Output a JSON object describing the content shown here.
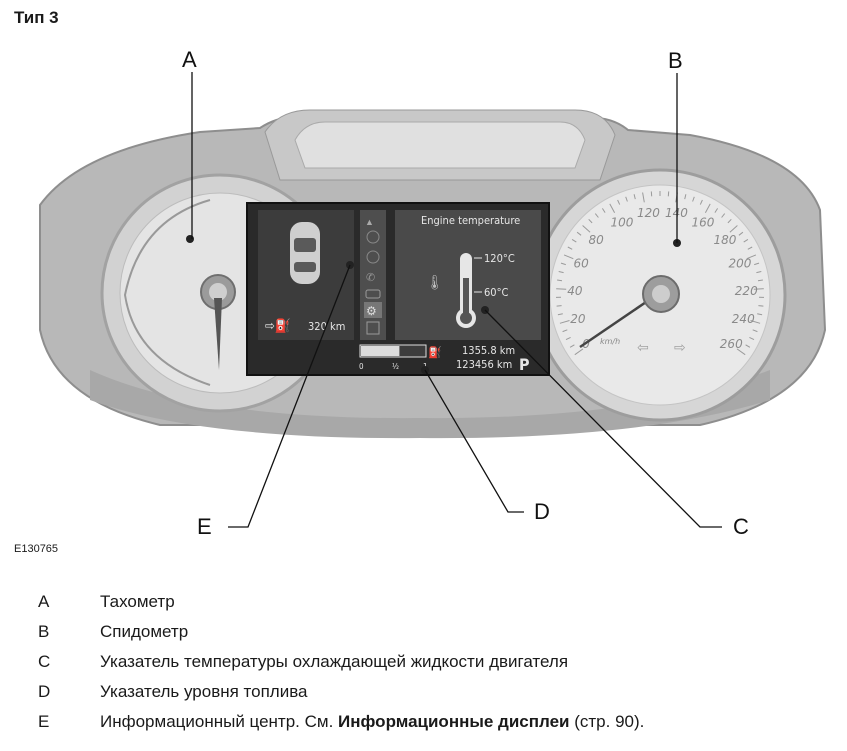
{
  "title": "Тип 3",
  "figure_code": "E130765",
  "callouts": {
    "a": "A",
    "b": "B",
    "c": "C",
    "d": "D",
    "e": "E"
  },
  "display": {
    "panel_title": "Engine temperature",
    "temp_high": "120°C",
    "temp_low": "60°C",
    "range": "320 km",
    "trip": "1355.8 km",
    "odometer": "123456 km",
    "fuel_scale_empty": "0",
    "fuel_scale_half": "½",
    "fuel_scale_full": "1",
    "gear": "P",
    "fuel_level": 0.6
  },
  "speedo_labels": [
    "0",
    "20",
    "40",
    "60",
    "80",
    "100",
    "120",
    "140",
    "160",
    "180",
    "200",
    "220",
    "240",
    "260"
  ],
  "speedo_unit": "km/h",
  "legend": [
    {
      "key": "A",
      "text": "Тахометр"
    },
    {
      "key": "B",
      "text": "Спидометр"
    },
    {
      "key": "C",
      "text": "Указатель температуры охлаждающей жидкости двигателя"
    },
    {
      "key": "D",
      "text": "Указатель уровня топлива"
    },
    {
      "key": "E",
      "text_before": "Информационный центр.  См. ",
      "text_bold": "Информационные дисплеи",
      "text_after": " (стр. 90)."
    }
  ]
}
